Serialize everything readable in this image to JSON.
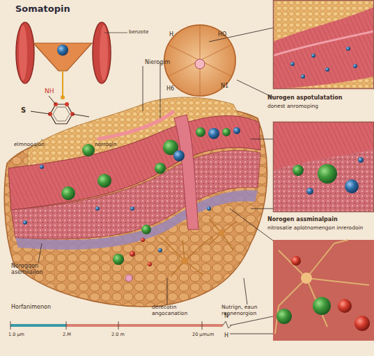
{
  "diagram": {
    "title": "Somatopin",
    "nodes": [
      {
        "text": [
          "H",
          "HO",
          "H6",
          "N1"
        ]
      },
      {
        "text": [
          "Nurogen aspotulatation",
          "donest anromoping"
        ]
      },
      {
        "text": [
          "Norogen assminalpain",
          "nitrosatie aplotnomengon inrerodoin"
        ]
      }
    ],
    "labels": [
      "benzote",
      "NH",
      "S",
      "elmnoogion",
      "norrogin",
      "Nierogim",
      "Norogqon asemilaiion",
      "Horfanimenon",
      "derecotin angocanation",
      "Nutrign, eaun regnenorgion",
      "1.0 µm",
      "2.M",
      "2.0 m",
      "20 µmum",
      "N",
      "H"
    ]
  }
}
